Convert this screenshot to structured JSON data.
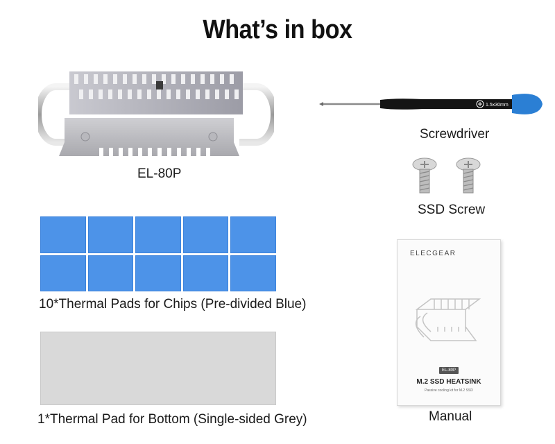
{
  "title": "What’s in box",
  "items": {
    "heatsink": {
      "label": "EL-80P"
    },
    "screwdriver": {
      "label": "Screwdriver",
      "marking": "1.5x30mm",
      "handle_color": "#2b7fd4"
    },
    "screws": {
      "label": "SSD Screw"
    },
    "chip_pads": {
      "label": "10*Thermal Pads for Chips (Pre-divided Blue)",
      "count": 10,
      "color": "#4d93e8"
    },
    "bottom_pad": {
      "label": "1*Thermal Pad for Bottom (Single-sided Grey)",
      "color": "#d9d9d9"
    },
    "manual": {
      "label": "Manual",
      "brand": "ELECGEAR",
      "model_badge": "EL-80P",
      "title": "M.2 SSD HEATSINK",
      "subtitle": "Passive cooling kit for M.2 SSD"
    }
  }
}
